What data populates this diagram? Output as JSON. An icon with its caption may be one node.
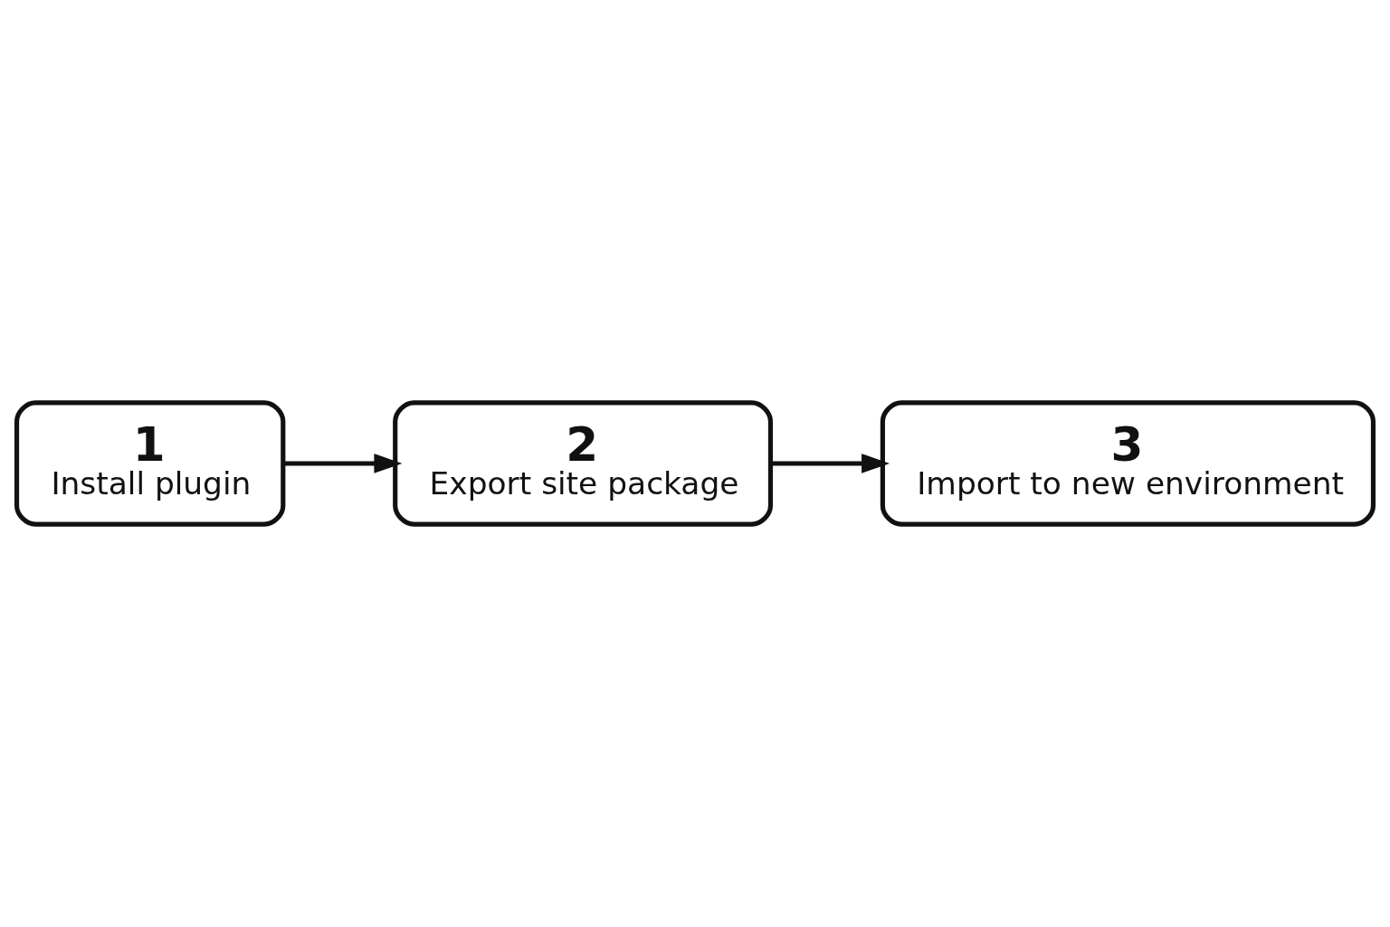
{
  "diagram": {
    "nodes": [
      {
        "text": [
          "1",
          "Install plugin"
        ]
      },
      {
        "text": [
          "2",
          "Export site package"
        ]
      },
      {
        "text": [
          "3",
          "Import to new environment"
        ]
      }
    ],
    "edges": [
      {
        "from": 0,
        "to": 1,
        "arrow": "to"
      },
      {
        "from": 1,
        "to": 2,
        "arrow": "to"
      }
    ]
  }
}
